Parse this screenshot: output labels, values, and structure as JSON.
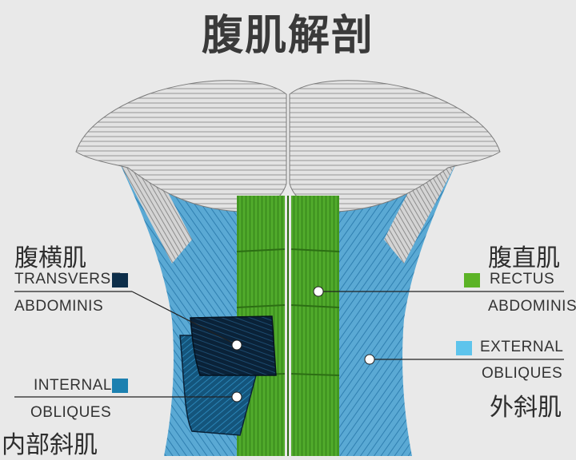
{
  "title": "腹肌解剖",
  "labels": {
    "transverse": {
      "cn": "腹横肌",
      "en1": "TRANSVERSE",
      "en2": "ABDOMINIS",
      "color": "#0d2e4a"
    },
    "internal": {
      "en1": "INTERNAL",
      "en2": "OBLIQUES",
      "cn": "内部斜肌",
      "color": "#1c80b0"
    },
    "rectus": {
      "cn": "腹直肌",
      "en1": "RECTUS",
      "en2": "ABDOMINIS",
      "color": "#5cb326"
    },
    "external": {
      "en1": "EXTERNAL",
      "en2": "OBLIQUES",
      "cn": "外斜肌",
      "color": "#5ec4ec"
    }
  },
  "colors": {
    "background": "#e9e9e9",
    "chest": "#e2e2e2",
    "rectus": "#4fa82a",
    "external_obliques": "#5aa9d4",
    "transverse": "#0a2238",
    "internal_obliques": "#14557c"
  }
}
